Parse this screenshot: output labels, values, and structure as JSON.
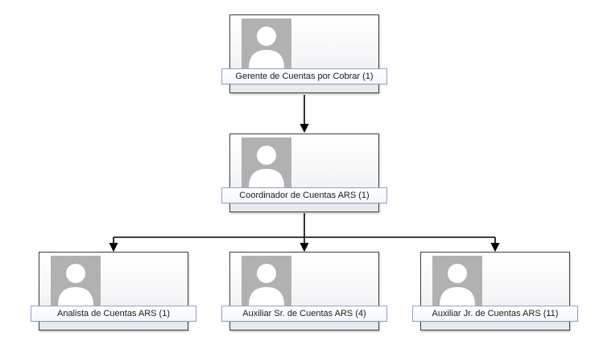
{
  "org_chart": {
    "nodes": [
      {
        "id": "gerente",
        "title": "Gerente de Cuentas por Cobrar (1)",
        "photo_icon": "default-avatar-icon"
      },
      {
        "id": "coordinador",
        "title": "Coordinador de Cuentas ARS (1)",
        "photo_icon": "default-avatar-icon"
      },
      {
        "id": "analista",
        "title": "Analista de Cuentas ARS (1)",
        "photo_icon": "default-avatar-icon"
      },
      {
        "id": "auxiliar-sr",
        "title": "Auxiliar Sr. de Cuentas ARS (4)",
        "photo_icon": "default-avatar-icon"
      },
      {
        "id": "auxiliar-jr",
        "title": "Auxiliar Jr. de Cuentas ARS (11)",
        "photo_icon": "default-avatar-icon"
      }
    ],
    "edges": [
      {
        "from": "gerente",
        "to": "coordinador"
      },
      {
        "from": "coordinador",
        "to": "analista"
      },
      {
        "from": "coordinador",
        "to": "auxiliar-sr"
      },
      {
        "from": "coordinador",
        "to": "auxiliar-jr"
      }
    ],
    "colors": {
      "card_border": "#3c3c3c",
      "label_border": "#8fa4c4",
      "photo_placeholder": "#b1b1b1",
      "connector": "#000000"
    }
  }
}
